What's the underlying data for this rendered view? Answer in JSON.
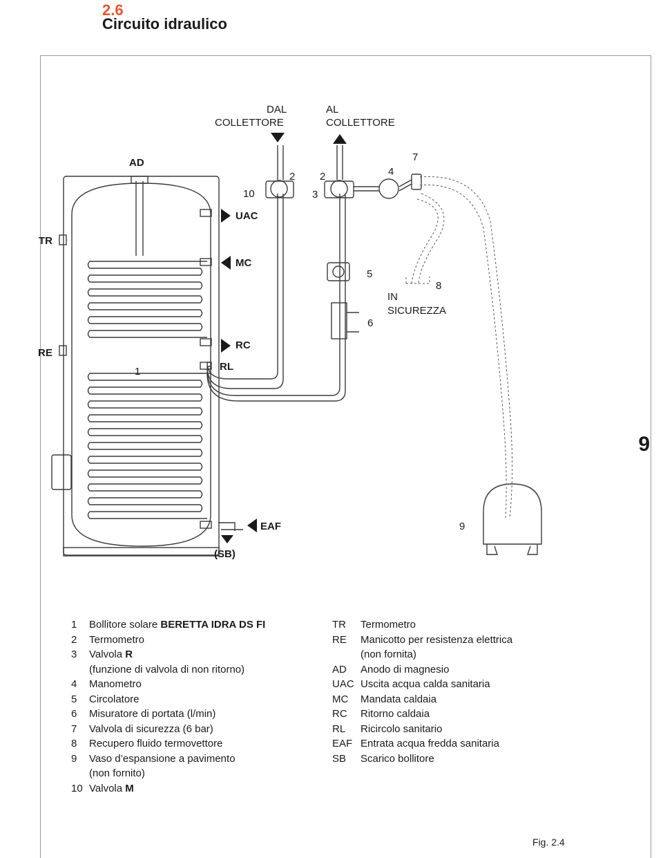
{
  "section": {
    "number": "2.6",
    "title": "Circuito idraulico"
  },
  "tab_number": "9",
  "figure_label": "Fig. 2.4",
  "diagram_labels": {
    "dal": "DAL",
    "dal2": "COLLETTORE",
    "al": "AL",
    "al2": "COLLETTORE",
    "ad": "AD",
    "uac": "UAC",
    "mc": "MC",
    "rc": "RC",
    "rl": "RL",
    "tr": "TR",
    "re": "RE",
    "eaf": "EAF",
    "sb": "(SB)",
    "n1": "1",
    "n2a": "2",
    "n2b": "2",
    "n3": "3",
    "n4": "4",
    "n5": "5",
    "n6": "6",
    "n7": "7",
    "n8": "8",
    "n9": "9",
    "n10": "10",
    "in": "IN",
    "sicurezza": "SICUREZZA"
  },
  "legend_left": [
    {
      "key": "1",
      "text": "Bollitore solare ",
      "bold": "BERETTA IDRA DS FI"
    },
    {
      "key": "2",
      "text": "Termometro",
      "bold": ""
    },
    {
      "key": "3",
      "text": "Valvola ",
      "bold": "R"
    },
    {
      "key": "",
      "text": "(funzione di valvola di non ritorno)",
      "bold": ""
    },
    {
      "key": "4",
      "text": "Manometro",
      "bold": ""
    },
    {
      "key": "5",
      "text": "Circolatore",
      "bold": ""
    },
    {
      "key": "6",
      "text": "Misuratore di portata (l/min)",
      "bold": ""
    },
    {
      "key": "7",
      "text": "Valvola di sicurezza (6 bar)",
      "bold": ""
    },
    {
      "key": "8",
      "text": "Recupero fluido termovettore",
      "bold": ""
    },
    {
      "key": "9",
      "text": "Vaso d’espansione a pavimento",
      "bold": ""
    },
    {
      "key": "",
      "text": "(non fornito)",
      "bold": ""
    },
    {
      "key": "10",
      "text": "Valvola ",
      "bold": "M"
    }
  ],
  "legend_right": [
    {
      "key": "TR",
      "text": "Termometro"
    },
    {
      "key": "RE",
      "text": "Manicotto per resistenza elettrica"
    },
    {
      "key": "",
      "text": "(non fornita)"
    },
    {
      "key": "AD",
      "text": "Anodo di magnesio"
    },
    {
      "key": "UAC",
      "text": "Uscita acqua calda sanitaria"
    },
    {
      "key": "MC",
      "text": "Mandata caldaia"
    },
    {
      "key": "RC",
      "text": "Ritorno caldaia"
    },
    {
      "key": "RL",
      "text": "Ricircolo sanitario"
    },
    {
      "key": "EAF",
      "text": "Entrata acqua fredda sanitaria"
    },
    {
      "key": "SB",
      "text": "Scarico bollitore"
    }
  ],
  "colors": {
    "accent": "#e4572e",
    "line": "#3a3a3a"
  }
}
